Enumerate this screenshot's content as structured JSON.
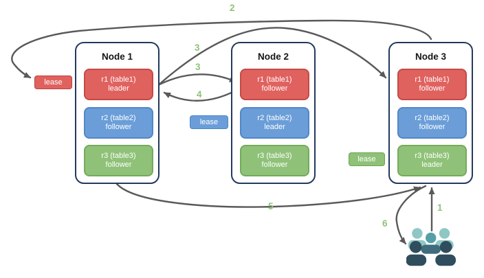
{
  "nodes": [
    {
      "title": "Node 1",
      "replicas": [
        {
          "label": "r1 (table1)",
          "role": "leader",
          "color_name": "red"
        },
        {
          "label": "r2 (table2)",
          "role": "follower",
          "color_name": "blue"
        },
        {
          "label": "r3 (table3)",
          "role": "follower",
          "color_name": "green"
        }
      ]
    },
    {
      "title": "Node 2",
      "replicas": [
        {
          "label": "r1 (table1)",
          "role": "follower",
          "color_name": "red"
        },
        {
          "label": "r2 (table2)",
          "role": "leader",
          "color_name": "blue"
        },
        {
          "label": "r3 (table3)",
          "role": "follower",
          "color_name": "green"
        }
      ]
    },
    {
      "title": "Node 3",
      "replicas": [
        {
          "label": "r1 (table1)",
          "role": "follower",
          "color_name": "red"
        },
        {
          "label": "r2 (table2)",
          "role": "follower",
          "color_name": "blue"
        },
        {
          "label": "r3 (table3)",
          "role": "leader",
          "color_name": "green"
        }
      ]
    }
  ],
  "leases": [
    {
      "label": "lease",
      "color_name": "red",
      "hex": "#e0625f",
      "near": "Node 1"
    },
    {
      "label": "lease",
      "color_name": "blue",
      "hex": "#6b9ed8",
      "near": "Node 2"
    },
    {
      "label": "lease",
      "color_name": "green",
      "hex": "#8fc278",
      "near": "Node 3"
    }
  ],
  "arrow_labels": [
    {
      "text": "2"
    },
    {
      "text": "3"
    },
    {
      "text": "3"
    },
    {
      "text": "4"
    },
    {
      "text": "5"
    },
    {
      "text": "1"
    },
    {
      "text": "6"
    }
  ],
  "icons": {
    "users_icon": "users-group"
  },
  "colors": {
    "replica_red": "#e0625f",
    "replica_blue": "#6b9ed8",
    "replica_green": "#8fc278",
    "node_border": "#23395d",
    "arrow": "#595959",
    "label_green": "#90c278",
    "users_back": "#8fc7c5",
    "users_center_head": "#55a0a6",
    "users_center_torso": "#3f6d7c",
    "users_front": "#2f4d5d"
  }
}
